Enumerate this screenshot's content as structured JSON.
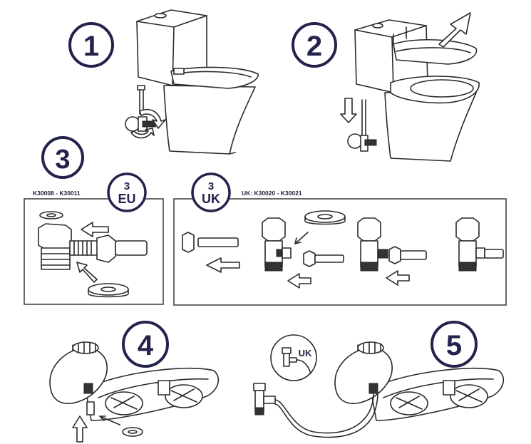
{
  "steps": {
    "s1": "1",
    "s2": "2",
    "s3": "3",
    "s4": "4",
    "s5": "5"
  },
  "eu_badge": {
    "num": "3",
    "code": "EU"
  },
  "uk_badge": {
    "num": "3",
    "code": "UK"
  },
  "uk_inset": {
    "code": "UK"
  },
  "labels": {
    "eu_models": "K30008 - K30011",
    "uk_models": "UK: K30020 - K30021"
  },
  "colors": {
    "ink": "#23234d",
    "line": "#2a2a2a"
  }
}
